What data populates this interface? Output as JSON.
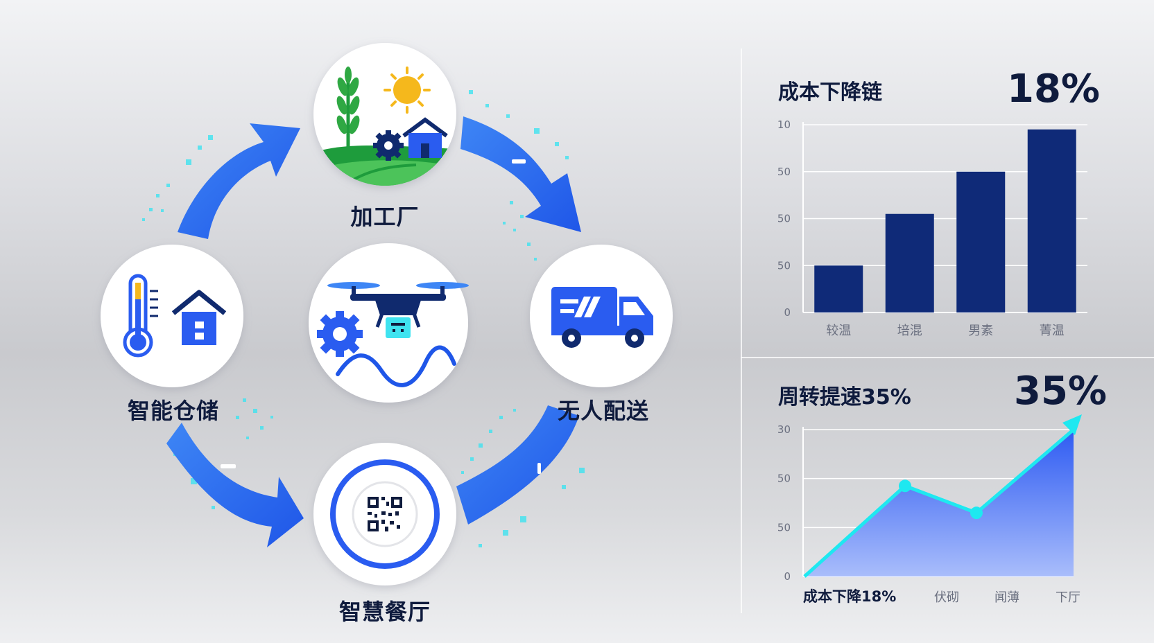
{
  "flow": {
    "nodes": [
      {
        "id": "factory",
        "label": "加工厂"
      },
      {
        "id": "delivery",
        "label": "无人配送"
      },
      {
        "id": "restaurant",
        "label": "智慧餐厅"
      },
      {
        "id": "warehouse",
        "label": "智能仓储"
      }
    ],
    "center_icon": "drone-icon",
    "icons": [
      "wheat-icon",
      "sun-icon",
      "gear-icon",
      "farmhouse-icon",
      "truck-icon",
      "qr-code-icon",
      "thermometer-icon",
      "house-icon",
      "drone-icon"
    ],
    "colors": {
      "arrow": "#2f6ff0",
      "accent": "#2a5cf0",
      "dark": "#102a6e",
      "cyan": "#3fe3f0"
    }
  },
  "panels": {
    "cost": {
      "title": "成本下降链",
      "pct": "18%"
    },
    "turnover": {
      "title": "周转提速35%",
      "pct": "35%"
    }
  },
  "chart_data": [
    {
      "type": "bar",
      "title": "成本下降链",
      "highlight": "18%",
      "categories": [
        "较温",
        "培混",
        "男素",
        "菁温"
      ],
      "values": [
        20,
        42,
        60,
        78
      ],
      "y_tick_labels": [
        "0",
        "50",
        "50",
        "50",
        "10"
      ],
      "ylim": [
        0,
        80
      ],
      "grid": true,
      "colors": {
        "bar": "#0f2a78"
      }
    },
    {
      "type": "area",
      "title": "周转提速35%",
      "highlight": "35%",
      "categories": [
        "成本下降18%",
        "伏砌",
        "闻薄",
        "下厅"
      ],
      "x": [
        0,
        1,
        2,
        3
      ],
      "values": [
        0,
        37,
        26,
        60
      ],
      "y_tick_labels": [
        "0",
        "50",
        "50",
        "30"
      ],
      "ylim": [
        0,
        60
      ],
      "grid": true,
      "colors": {
        "line": "#1ee8f0",
        "fill_top": "#2e5bf2",
        "fill_bottom": "#a9bdfb"
      }
    }
  ]
}
